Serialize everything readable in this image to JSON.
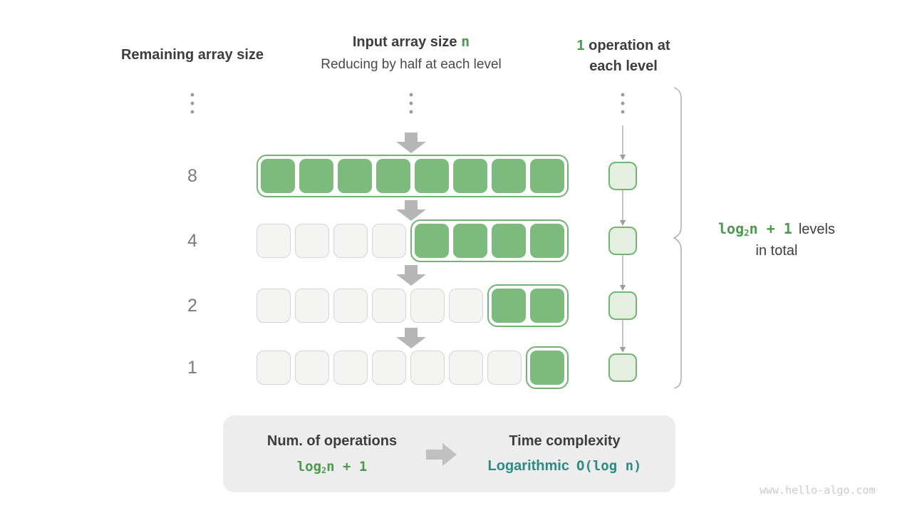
{
  "colors": {
    "cell_green": "#7dba7d",
    "green_border": "#72b572",
    "op_square_fill": "#e4efe2",
    "green_text": "#4c9a4e",
    "teal_text": "#2d8a85",
    "gray_cell_fill": "#f4f4f2",
    "gray_cell_border": "#d5d5d3",
    "arrow_gray": "#b6b6b6",
    "summary_bg": "#ededed"
  },
  "headers": {
    "left": "Remaining array size",
    "center_main": "Input array size ",
    "center_n": "n",
    "center_sub": "Reducing by half at each level",
    "right_num": "1",
    "right_text": " operation at each level"
  },
  "levels": [
    {
      "label": "8",
      "gray": 0,
      "green": 8
    },
    {
      "label": "4",
      "gray": 4,
      "green": 4
    },
    {
      "label": "2",
      "gray": 6,
      "green": 2
    },
    {
      "label": "1",
      "gray": 7,
      "green": 1
    }
  ],
  "brace_label": {
    "formula_base": "log",
    "formula_sub": "2",
    "formula_rest": "n + 1",
    "suffix": "levels",
    "line2": "in total"
  },
  "summary": {
    "left_title": "Num. of operations",
    "formula_base": "log",
    "formula_sub": "2",
    "formula_rest": "n + 1",
    "right_title": "Time complexity",
    "complexity_name": "Logarithmic",
    "complexity_bigo": "O(log n)"
  },
  "watermark": "www.hello-algo.com"
}
